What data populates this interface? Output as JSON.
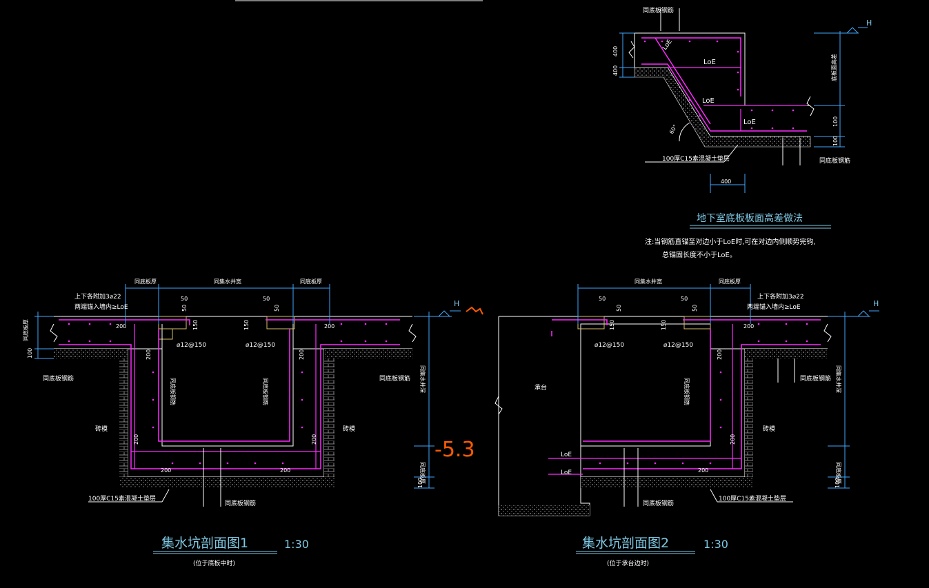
{
  "colors": {
    "background": "#000000",
    "rebar": "#ff2bff",
    "dimension": "#40a8ff",
    "text": "#ffffff",
    "title": "#7ec8e3",
    "markup": "#ff5a00"
  },
  "detail_top": {
    "label_rebar_top": "同底板钢筋",
    "label_rebar_bottom": "同底板钢筋",
    "loe_1": "LoE",
    "loe_2": "LoE",
    "loe_3": "LoE",
    "loe_4": "LoE",
    "dim_400_a": "400",
    "dim_100_a": "100",
    "dim_400_b": "400",
    "dim_100_b": "100",
    "dim_400_c": "400",
    "angle": "60°",
    "elev_note": "底板面高差",
    "cushion": "100厚C15素混凝土垫层",
    "h_mark": "H",
    "title": "地下室底板板面高差做法",
    "note_line1": "注:当钢筋直锚至对边小于LoE时,可在对边内侧顺势完钩,",
    "note_line2": "总锚固长度不小于LoE。"
  },
  "section1": {
    "dim_slab_a": "同底板厚",
    "dim_width": "同集水井宽",
    "dim_slab_b": "同底板厚",
    "rebar_note": "上下各附加3⌀22",
    "anchor_note": "两端锚入墙内≥LoE",
    "dim_50_a": "50",
    "dim_50_b": "50",
    "dim_50_c": "50",
    "dim_50_d": "50",
    "dim_150_a": "150",
    "dim_150_b": "150",
    "dim_200_a": "200",
    "dim_200_b": "200",
    "stirrup_a": "⌀12@150",
    "stirrup_b": "⌀12@150",
    "wall_rebar_a": "同底板钢筋",
    "wall_rebar_b": "同底板钢筋",
    "side_rebar_a": "同底板钢筋",
    "side_rebar_b": "同底板钢筋",
    "slab_thick": "同底板厚",
    "dim_100": "100",
    "brick_a": "砖模",
    "brick_b": "砖模",
    "dim_200_c": "200",
    "dim_200_d": "200",
    "dim_200_e": "200",
    "dim_200_f": "200",
    "dim_200_g": "200",
    "dim_200_h": "200",
    "depth_note": "同集水井深",
    "bottom_thick": "同底板厚",
    "dim_100_b": "100",
    "cushion": "100厚C15素混凝土垫层",
    "bottom_rebar": "同底板钢筋",
    "h_mark": "H",
    "title": "集水坑剖面图1",
    "scale": "1:30",
    "subtitle": "(位于底板中时)"
  },
  "section2": {
    "dim_width": "同集水井宽",
    "dim_slab": "同底板厚",
    "rebar_note": "上下各附加3⌀22",
    "anchor_note": "两端锚入墙内≥LoE",
    "dim_50_a": "50",
    "dim_50_b": "50",
    "dim_50_c": "50",
    "dim_50_d": "50",
    "dim_150_a": "150",
    "dim_150_b": "150",
    "stirrup_a": "⌀12@150",
    "stirrup_b": "⌀12@150",
    "dim_200_a": "200",
    "dim_200_b": "200",
    "dim_200_c": "200",
    "dim_200_d": "200",
    "pile_cap": "承台",
    "wall_rebar": "同底板钢筋",
    "side_rebar": "同底板钢筋",
    "brick": "砖模",
    "loe_a": "LoE",
    "loe_b": "LoE",
    "depth_note": "同集水井深",
    "bottom_thick": "同底板厚",
    "dim_100": "100",
    "bottom_rebar": "同底板钢筋",
    "cushion": "100厚C15素混凝土垫层",
    "h_mark": "H",
    "title": "集水坑剖面图2",
    "scale": "1:30",
    "subtitle": "(位于承台边时)"
  },
  "markup": {
    "value": "-5.3"
  }
}
